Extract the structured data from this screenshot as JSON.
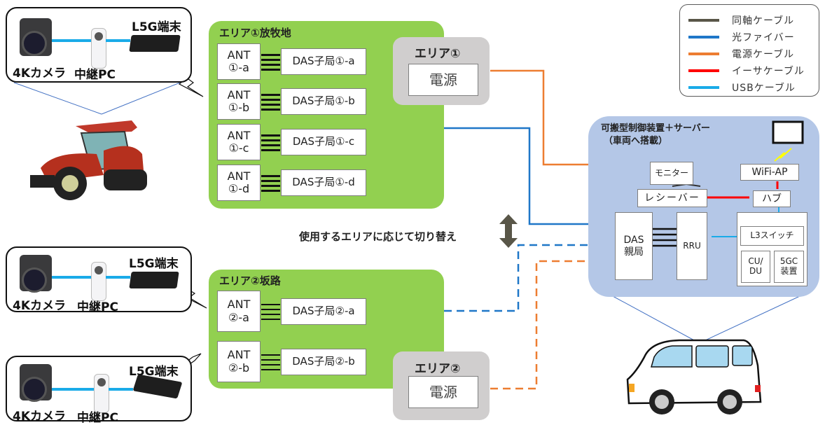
{
  "legend": {
    "items": [
      {
        "label": "同軸ケーブル",
        "color": "#595648"
      },
      {
        "label": "光ファイバー",
        "color": "#1f77c8"
      },
      {
        "label": "電源ケーブル",
        "color": "#ed7d31"
      },
      {
        "label": "イーサケーブル",
        "color": "#ff0000"
      },
      {
        "label": "USBケーブル",
        "color": "#1aabe8"
      }
    ]
  },
  "devices": [
    {
      "camera": "4Kカメラ",
      "relay": "中継PC",
      "terminal": "L5G端末"
    },
    {
      "camera": "4Kカメラ",
      "relay": "中継PC",
      "terminal": "L5G端末"
    },
    {
      "camera": "4Kカメラ",
      "relay": "中継PC",
      "terminal": "L5G端末"
    }
  ],
  "area1": {
    "title": "エリア①放牧地",
    "rows": [
      {
        "ant": [
          "ANT",
          "①-a"
        ],
        "das": "DAS子局①-a"
      },
      {
        "ant": [
          "ANT",
          "①-b"
        ],
        "das": "DAS子局①-b"
      },
      {
        "ant": [
          "ANT",
          "①-c"
        ],
        "das": "DAS子局①-c"
      },
      {
        "ant": [
          "ANT",
          "①-d"
        ],
        "das": "DAS子局①-d"
      }
    ],
    "power": {
      "title": "エリア①",
      "label": "電源"
    }
  },
  "area2": {
    "title": "エリア②坂路",
    "rows": [
      {
        "ant": [
          "ANT",
          "②-a"
        ],
        "das": "DAS子局②-a"
      },
      {
        "ant": [
          "ANT",
          "②-b"
        ],
        "das": "DAS子局②-b"
      }
    ],
    "power": {
      "title": "エリア②",
      "label": "電源"
    }
  },
  "switch_note": "使用するエリアに応じて切り替え",
  "control": {
    "title_line1": "可搬型制御装置＋サーバー",
    "title_line2": "（車両へ搭載）",
    "monitor": "モニター",
    "receiver": "レシーバー",
    "wifi_ap": "WiFi-AP",
    "hub": "ハブ",
    "das_parent": [
      "DAS",
      "親局"
    ],
    "rru": "RRU",
    "l3switch": "L3スイッチ",
    "cudu": [
      "CU/",
      "DU"
    ],
    "fivegc": [
      "5GC",
      "装置"
    ]
  }
}
